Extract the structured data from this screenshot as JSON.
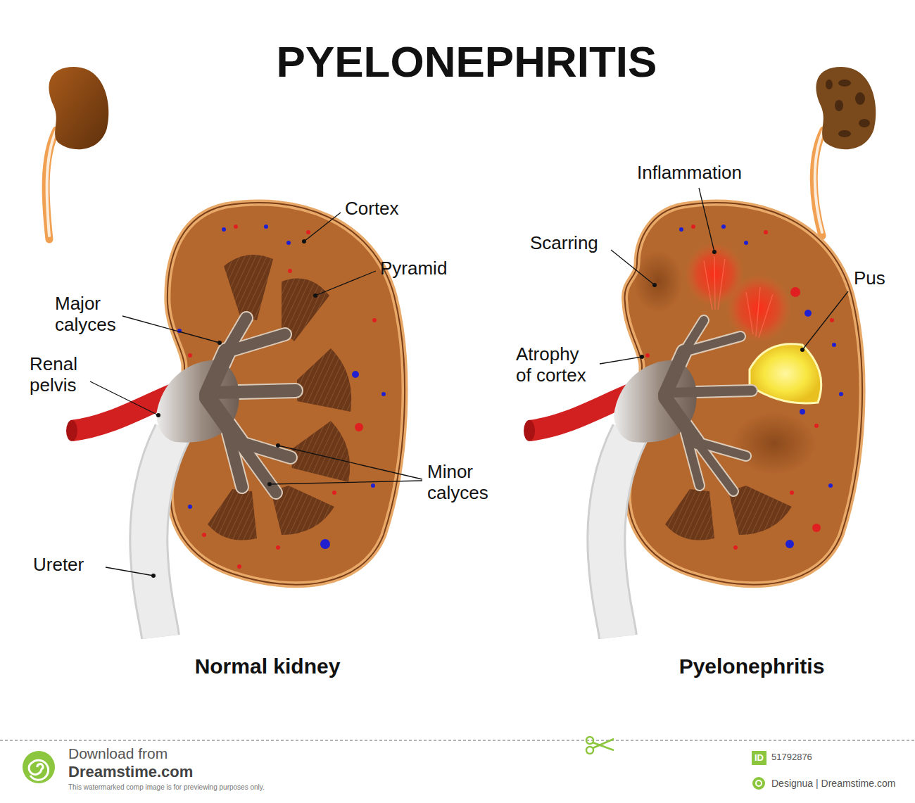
{
  "diagram": {
    "title": "PYELONEPHRITIS",
    "nodes": [
      {
        "text": [
          "ID"
        ]
      }
    ],
    "labels": [
      "Cortex",
      "Pyramid",
      "Major calyces",
      "Renal pelvis",
      "Minor calyces",
      "Ureter",
      "Normal kidney",
      "Inflammation",
      "Scarring",
      "Pus",
      "Atrophy of cortex",
      "Pyelonephritis",
      "Download from",
      "Dreamstime.com",
      "This watermarked comp image is for previewing purposes only.",
      "51792876",
      "Designua | Dreamstime.com"
    ]
  }
}
